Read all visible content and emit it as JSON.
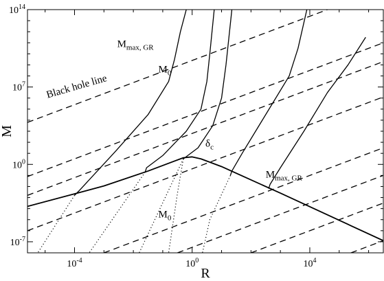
{
  "chart_data": {
    "type": "line",
    "title": "",
    "xlabel": "R",
    "ylabel": "M",
    "xscale": "log",
    "yscale": "log",
    "xlim_log10": [
      -5.6,
      6.5
    ],
    "ylim_log10": [
      -8.0,
      14.0
    ],
    "x_ticks": [
      {
        "base": "10",
        "exp": "-4",
        "log": -4
      },
      {
        "base": "10",
        "exp": "0",
        "log": 0
      },
      {
        "base": "10",
        "exp": "4",
        "log": 4
      }
    ],
    "y_ticks": [
      {
        "base": "10",
        "exp": "-7",
        "log": -7
      },
      {
        "base": "10",
        "exp": "0",
        "log": 0
      },
      {
        "base": "10",
        "exp": "7",
        "log": 7
      },
      {
        "base": "10",
        "exp": "14",
        "log": 14
      }
    ],
    "grid": false,
    "legend": "none",
    "annotations": [
      {
        "id": "black-hole-line",
        "text": "Black hole line",
        "sub": "",
        "x_log": -4.92,
        "y_log": 6.0,
        "rotate": -16
      },
      {
        "id": "m-max-gr-top",
        "text": "M",
        "sub": "max, GR",
        "x_log": -2.55,
        "y_log": 10.6,
        "rotate": 0
      },
      {
        "id": "m0-top",
        "text": "M",
        "sub": "0",
        "x_log": -1.15,
        "y_log": 8.3,
        "rotate": 0
      },
      {
        "id": "delta-c",
        "text": "δ",
        "sub": "c",
        "x_log": 0.45,
        "y_log": 1.6,
        "rotate": 0
      },
      {
        "id": "m-max-gr-right",
        "text": "M",
        "sub": "max, GR",
        "x_log": 2.5,
        "y_log": -1.2,
        "rotate": 0
      },
      {
        "id": "m0-bottom",
        "text": "M",
        "sub": "0",
        "x_log": -1.15,
        "y_log": -4.8,
        "rotate": 0
      }
    ],
    "series": [
      {
        "style": "dashed",
        "width": 1.3,
        "points": [
          [
            -5.6,
            3.8
          ],
          [
            6.5,
            15.9
          ]
        ]
      },
      {
        "style": "dashed",
        "width": 1.3,
        "points": [
          [
            -5.6,
            -1.1
          ],
          [
            6.5,
            11.0
          ]
        ]
      },
      {
        "style": "dashed",
        "width": 1.3,
        "points": [
          [
            -5.6,
            -2.8
          ],
          [
            6.5,
            9.3
          ]
        ]
      },
      {
        "style": "dashed",
        "width": 1.3,
        "points": [
          [
            -5.6,
            -6.0
          ],
          [
            6.5,
            6.1
          ]
        ]
      },
      {
        "style": "dashed",
        "width": 1.3,
        "points": [
          [
            -3.0,
            -8.0
          ],
          [
            6.5,
            1.5
          ]
        ]
      },
      {
        "style": "dashed",
        "width": 1.3,
        "points": [
          [
            -0.5,
            -8.0
          ],
          [
            6.5,
            -1.0
          ]
        ]
      },
      {
        "style": "dashed",
        "width": 1.3,
        "points": [
          [
            2.0,
            -8.0
          ],
          [
            6.5,
            -3.5
          ]
        ]
      },
      {
        "style": "dashed",
        "width": 1.3,
        "points": [
          [
            5.4,
            -8.0
          ],
          [
            6.5,
            -6.9
          ]
        ]
      },
      {
        "style": "solid",
        "width": 1.8,
        "points": [
          [
            -5.6,
            -3.8
          ],
          [
            -3.0,
            -1.95
          ],
          [
            -1.5,
            -0.6
          ],
          [
            -0.3,
            0.6
          ],
          [
            0.0,
            0.68
          ],
          [
            0.3,
            0.5
          ],
          [
            1.0,
            -0.2
          ],
          [
            3.0,
            -2.6
          ],
          [
            6.5,
            -6.9
          ]
        ]
      },
      {
        "style": "solid",
        "width": 1.3,
        "points": [
          [
            -4.0,
            -2.8
          ],
          [
            -3.85,
            -2.4
          ],
          [
            -2.6,
            1.2
          ],
          [
            -1.5,
            4.5
          ],
          [
            -0.8,
            7.5
          ],
          [
            -0.6,
            9.5
          ],
          [
            -0.4,
            12.0
          ],
          [
            -0.2,
            14.0
          ]
        ]
      },
      {
        "style": "solid",
        "width": 1.3,
        "points": [
          [
            -1.6,
            -0.7
          ],
          [
            -1.55,
            -0.3
          ],
          [
            -1.0,
            0.8
          ],
          [
            -0.2,
            3.0
          ],
          [
            0.3,
            5.0
          ],
          [
            0.5,
            7.5
          ],
          [
            0.6,
            10.0
          ],
          [
            0.75,
            14.0
          ]
        ]
      },
      {
        "style": "solid",
        "width": 1.3,
        "points": [
          [
            -0.3,
            0.5
          ],
          [
            0.2,
            1.5
          ],
          [
            0.7,
            3.5
          ],
          [
            1.0,
            6.0
          ],
          [
            1.15,
            9.0
          ],
          [
            1.35,
            14.0
          ]
        ]
      },
      {
        "style": "solid",
        "width": 1.3,
        "points": [
          [
            1.3,
            -1.0
          ],
          [
            1.35,
            -0.6
          ],
          [
            1.7,
            1.0
          ],
          [
            2.5,
            4.5
          ],
          [
            3.3,
            8.0
          ],
          [
            3.6,
            10.5
          ],
          [
            3.9,
            14.0
          ]
        ]
      },
      {
        "style": "solid",
        "width": 1.3,
        "points": [
          [
            2.6,
            -2.2
          ],
          [
            2.65,
            -1.8
          ],
          [
            3.0,
            -0.3
          ],
          [
            3.8,
            3.0
          ],
          [
            4.6,
            6.5
          ],
          [
            5.3,
            9.0
          ],
          [
            5.9,
            11.5
          ]
        ]
      },
      {
        "style": "dotted",
        "width": 1.2,
        "points": [
          [
            -4.0,
            -2.8
          ],
          [
            -5.25,
            -8.0
          ]
        ]
      },
      {
        "style": "dotted",
        "width": 1.2,
        "points": [
          [
            -1.6,
            -0.7
          ],
          [
            -3.5,
            -8.0
          ]
        ]
      },
      {
        "style": "dotted",
        "width": 1.2,
        "points": [
          [
            -0.3,
            0.5
          ],
          [
            -1.8,
            -8.0
          ]
        ]
      },
      {
        "style": "dotted",
        "width": 1.2,
        "points": [
          [
            -0.3,
            0.5
          ],
          [
            -0.5,
            -2.6
          ],
          [
            -0.8,
            -8.0
          ]
        ]
      },
      {
        "style": "dotted",
        "width": 1.2,
        "points": [
          [
            1.3,
            -1.0
          ],
          [
            0.6,
            -5.0
          ],
          [
            0.35,
            -8.0
          ]
        ]
      }
    ]
  }
}
